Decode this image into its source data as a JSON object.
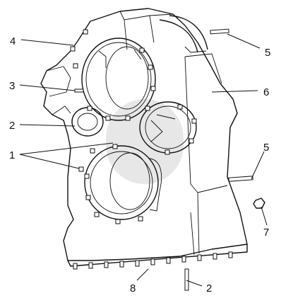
{
  "callouts": [
    {
      "id": "c4",
      "label": "4"
    },
    {
      "id": "c5a",
      "label": "5"
    },
    {
      "id": "c3",
      "label": "3"
    },
    {
      "id": "c6",
      "label": "6"
    },
    {
      "id": "c2a",
      "label": "2"
    },
    {
      "id": "c5b",
      "label": "5"
    },
    {
      "id": "c1",
      "label": "1"
    },
    {
      "id": "c7",
      "label": "7"
    },
    {
      "id": "c8",
      "label": "8"
    },
    {
      "id": "c2b",
      "label": "2"
    }
  ],
  "colors": {
    "line": "#111111",
    "background": "#ffffff",
    "watermark": "#c9c9c9"
  }
}
